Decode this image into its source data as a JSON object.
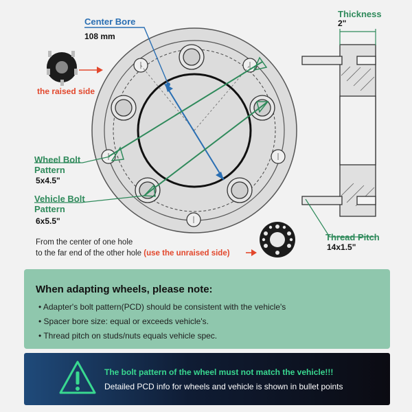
{
  "center_bore": {
    "label": "Center Bore",
    "value": "108 mm"
  },
  "thickness": {
    "label": "Thickness",
    "value": "2\""
  },
  "raised_side": "the raised side",
  "wheel_bolt": {
    "label_line1": "Wheel Bolt",
    "label_line2": "Pattern",
    "value": "5x4.5\""
  },
  "vehicle_bolt": {
    "label_line1": "Vehicle Bolt",
    "label_line2": "Pattern",
    "value": "6x5.5\""
  },
  "thread_pitch": {
    "label": "Thread Pitch",
    "value": "14x1.5\""
  },
  "measure_note": {
    "line1": "From the center of one hole",
    "line2": "to the far end of the other hole",
    "highlight": "(use the unraised side)"
  },
  "notes": {
    "title": "When adapting wheels, please note:",
    "bullets": [
      "Adapter's bolt pattern(PCD) should be consistent with the vehicle's",
      "Spacer bore size: equal or exceeds vehicle's.",
      "Thread pitch on studs/nuts equals vehicle spec."
    ]
  },
  "warning": {
    "title": "The bolt pattern of the wheel must not match the vehicle!!!",
    "subtitle": "Detailed PCD info for wheels and vehicle is shown in bullet points"
  },
  "colors": {
    "blue": "#2a6fb3",
    "green": "#2f8a5b",
    "red": "#e2472c",
    "note_bg": "#8fc7ad",
    "warn_green": "#39d890"
  }
}
